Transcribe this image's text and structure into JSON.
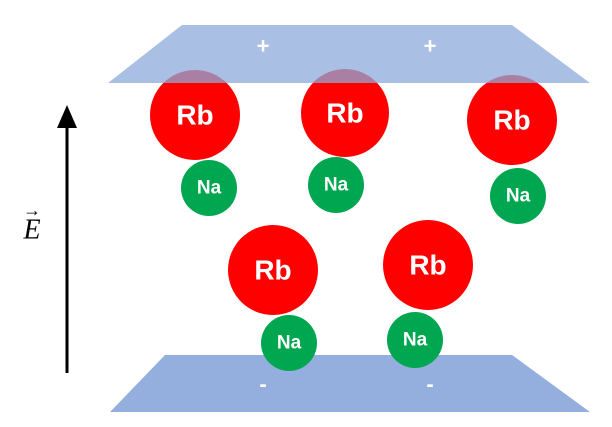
{
  "colors": {
    "plate": "#8eaadb",
    "rb": "#ff0000",
    "na": "#00a650",
    "arrow": "#000000"
  },
  "top_plate": {
    "signs": [
      "+",
      "+"
    ]
  },
  "bottom_plate": {
    "signs": [
      "-",
      "-"
    ]
  },
  "field": {
    "symbol": "E",
    "vector_mark": "→"
  },
  "molecules": [
    {
      "rb": "Rb",
      "na": "Na"
    },
    {
      "rb": "Rb",
      "na": "Na"
    },
    {
      "rb": "Rb",
      "na": "Na"
    },
    {
      "rb": "Rb",
      "na": "Na"
    },
    {
      "rb": "Rb",
      "na": "Na"
    }
  ]
}
